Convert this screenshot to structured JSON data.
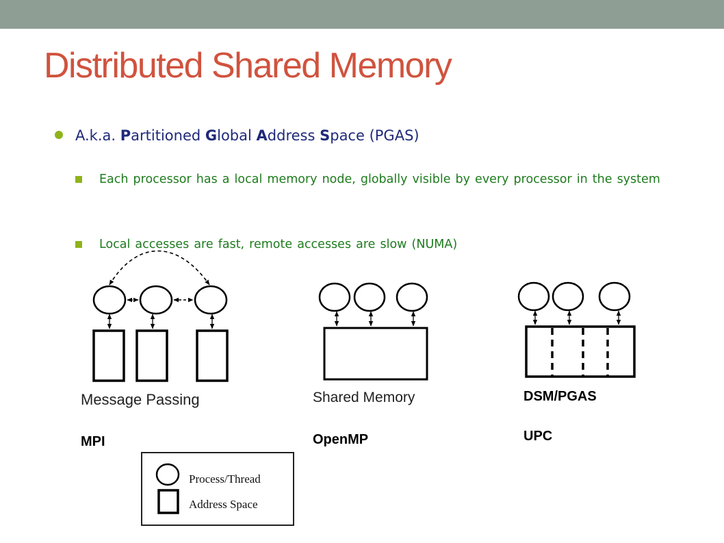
{
  "slide": {
    "title": "Distributed Shared Memory",
    "bullet": {
      "prefix": "A.k.a. ",
      "parts": [
        {
          "bold": "P",
          "rest": "artitioned "
        },
        {
          "bold": "G",
          "rest": "lobal "
        },
        {
          "bold": "A",
          "rest": "ddress "
        },
        {
          "bold": "S",
          "rest": "pace "
        }
      ],
      "suffix": "(PGAS)"
    },
    "sub_bullets": [
      "Each processor has a local memory node, globally visible by every processor in the system",
      "Local accesses are fast, remote accesses are slow (NUMA)"
    ]
  },
  "diagram": {
    "models": [
      {
        "label": "Message Passing",
        "example": "MPI"
      },
      {
        "label": "Shared Memory",
        "example": "OpenMP"
      },
      {
        "label": "DSM/PGAS",
        "example": "UPC"
      }
    ],
    "legend": {
      "process": "Process/Thread",
      "address": "Address Space"
    }
  },
  "colors": {
    "top_bar": "#8f9e95",
    "title": "#d0533e",
    "bullet_text": "#1f2a7a",
    "sub_bullet_text": "#1e7b1e",
    "bullet_marker": "#8fb31b"
  }
}
